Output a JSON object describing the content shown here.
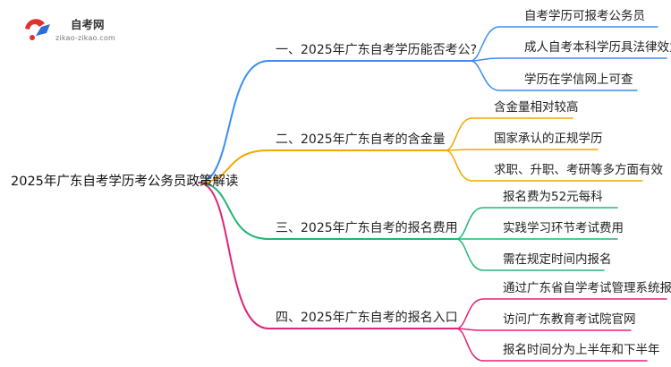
{
  "logo": {
    "name": "自考网",
    "url": "zikao-zikao.com",
    "colors": {
      "red": "#e0322f",
      "blue": "#2b6fd6"
    }
  },
  "root": {
    "label": "2025年广东自考学历考公务员政策解读"
  },
  "branches": [
    {
      "label": "一、2025年广东自考学历能否考公?",
      "color": "#3b8ef0",
      "leaves": [
        "自考学历可报考公务员",
        "成人自考本科学历具法律效力",
        "学历在学信网上可查"
      ]
    },
    {
      "label": "二、2025年广东自考的含金量",
      "color": "#f0a800",
      "leaves": [
        "含金量相对较高",
        "国家承认的正规学历",
        "求职、升职、考研等多方面有效"
      ]
    },
    {
      "label": "三、2025年广东自考的报名费用",
      "color": "#22b573",
      "leaves": [
        "报名费为52元每科",
        "实践学习环节考试费用",
        "需在规定时间内报名"
      ]
    },
    {
      "label": "四、2025年广东自考的报名入口",
      "color": "#e0237a",
      "leaves": [
        "通过广东省自学考试管理系统报名",
        "访问广东教育考试院官网",
        "报名时间分为上半年和下半年"
      ]
    }
  ]
}
